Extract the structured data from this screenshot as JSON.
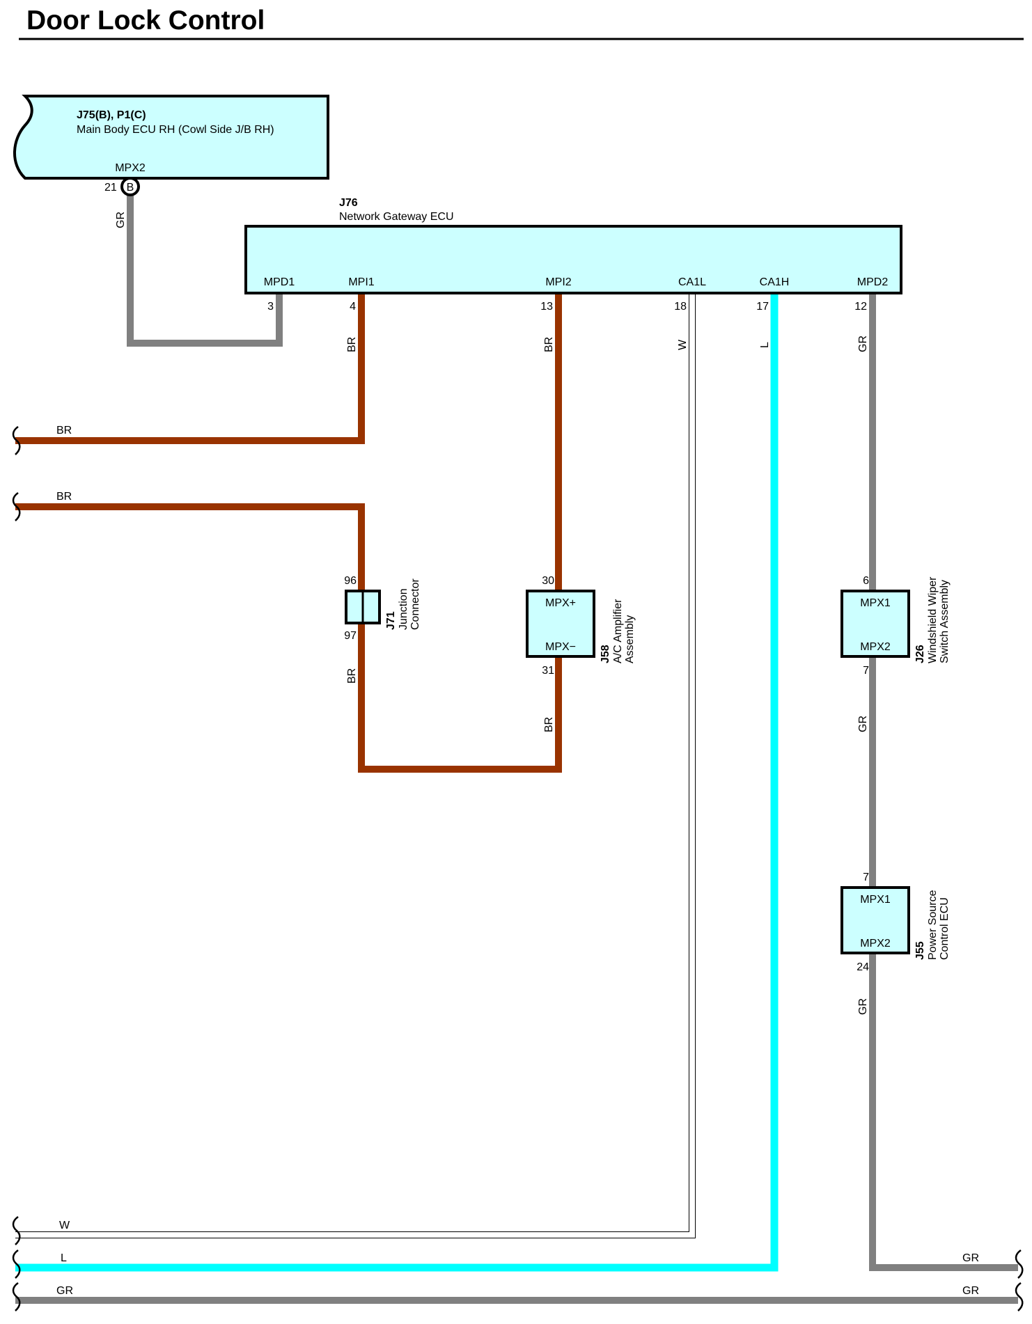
{
  "title": "Door Lock Control",
  "colors": {
    "component_fill": "#ccffff",
    "wire_BR": "#993300",
    "wire_GR": "#808080",
    "wire_L": "#00ffff",
    "wire_W": "#ffffff"
  },
  "components": {
    "main_body": {
      "code": "J75(B), P1(C)",
      "name": "Main Body ECU RH (Cowl Side J/B RH)",
      "terminal": "MPX2",
      "pin": "21",
      "connector": "B"
    },
    "gateway": {
      "code": "J76",
      "name": "Network Gateway ECU",
      "terminals": [
        "MPD1",
        "MPI1",
        "MPI2",
        "CA1L",
        "CA1H",
        "MPD2"
      ],
      "pins": [
        "3",
        "4",
        "13",
        "18",
        "17",
        "12"
      ]
    },
    "junction": {
      "code": "J71",
      "name_line1": "Junction",
      "name_line2": "Connector",
      "pin_top": "96",
      "pin_bottom": "97"
    },
    "ac_amp": {
      "code": "J58",
      "name_line1": "A/C Amplifier",
      "name_line2": "Assembly",
      "t_top": "MPX+",
      "t_bottom": "MPX−",
      "pin_top": "30",
      "pin_bottom": "31"
    },
    "wiper": {
      "code": "J26",
      "name_line1": "Windshield Wiper",
      "name_line2": "Switch Assembly",
      "t_top": "MPX1",
      "t_bottom": "MPX2",
      "pin_top": "6",
      "pin_bottom": "7"
    },
    "power": {
      "code": "J55",
      "name_line1": "Power Source",
      "name_line2": "Control ECU",
      "t_top": "MPX1",
      "t_bottom": "MPX2",
      "pin_top": "7",
      "pin_bottom": "24"
    }
  },
  "wire_labels": {
    "mpx2_gr": "GR",
    "mpi1_br": "BR",
    "mpi2_br": "BR",
    "ca1l_w": "W",
    "ca1h_l": "L",
    "mpd2_gr": "GR",
    "left_br_1": "BR",
    "left_br_2": "BR",
    "j71_br": "BR",
    "j58_br": "BR",
    "j26_gr": "GR",
    "j55_gr": "GR",
    "bottom_w": "W",
    "bottom_l": "L",
    "bottom_gr_left": "GR",
    "bottom_gr_right_1": "GR",
    "bottom_gr_right_2": "GR"
  }
}
